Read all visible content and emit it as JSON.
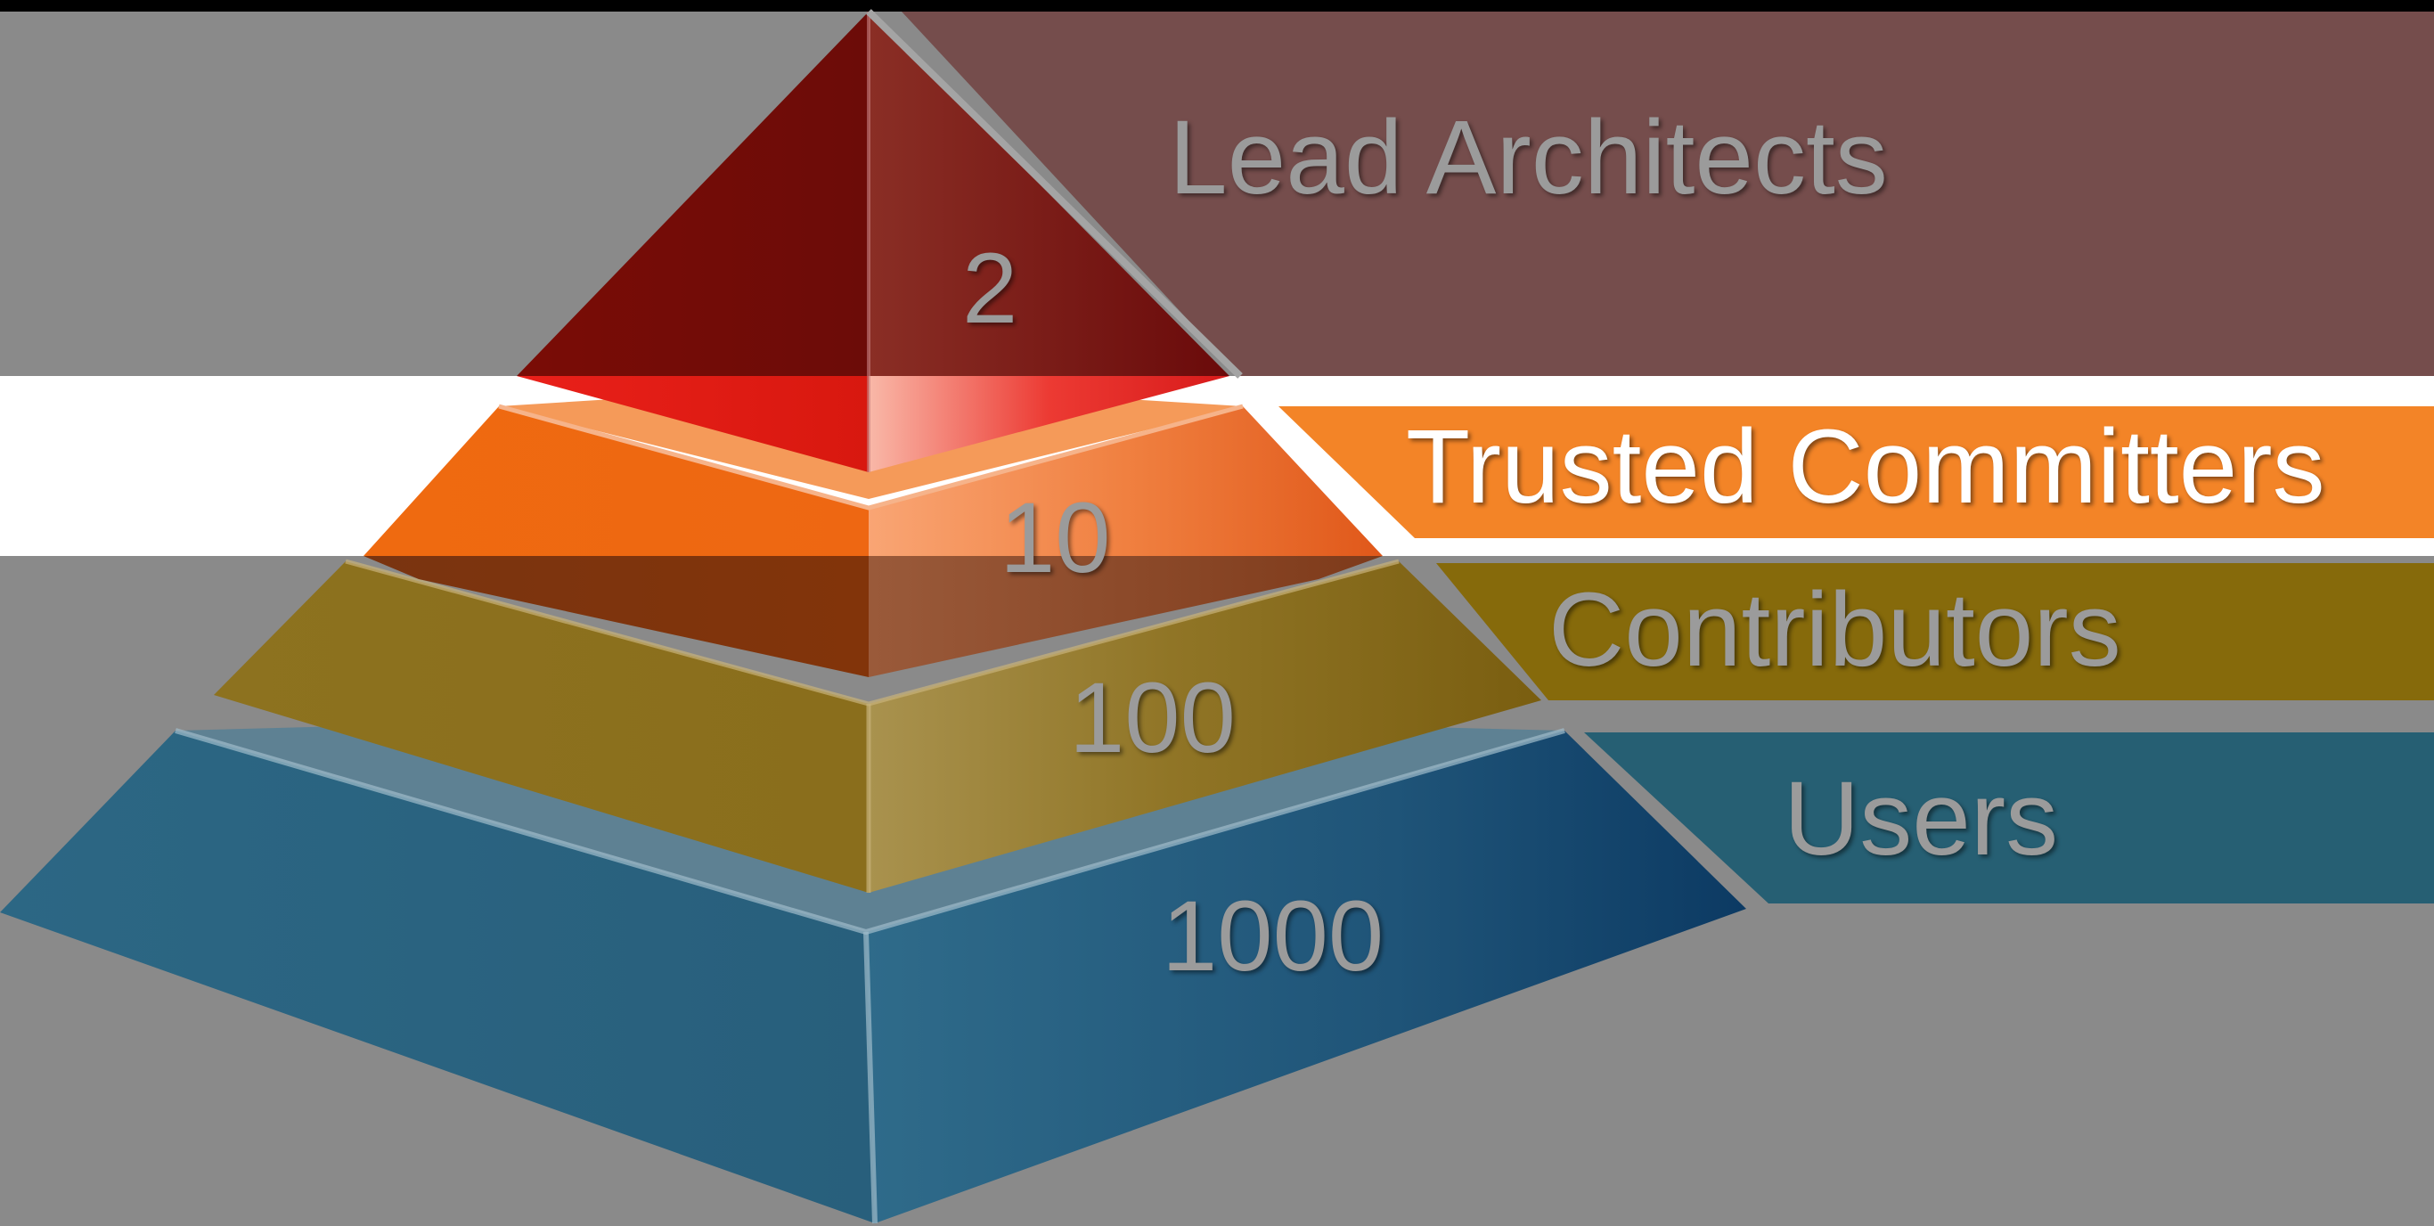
{
  "pyramid": {
    "tiers": [
      {
        "label": "Lead Architects",
        "count": "2",
        "color": "#7f1411",
        "band_color": "#754d4c",
        "highlighted": false
      },
      {
        "label": "Trusted Committers",
        "count": "10",
        "color": "#f07318",
        "band_color": "#f38427",
        "highlighted": true
      },
      {
        "label": "Contributors",
        "count": "100",
        "color": "#8c6f1c",
        "band_color": "#866a0b",
        "highlighted": false
      },
      {
        "label": "Users",
        "count": "1000",
        "color": "#2b6381",
        "band_color": "#265f73",
        "highlighted": false
      }
    ]
  },
  "colors": {
    "background": "#8a8a8a",
    "top_bar": "#000000",
    "highlight_strip": "#ffffff"
  }
}
